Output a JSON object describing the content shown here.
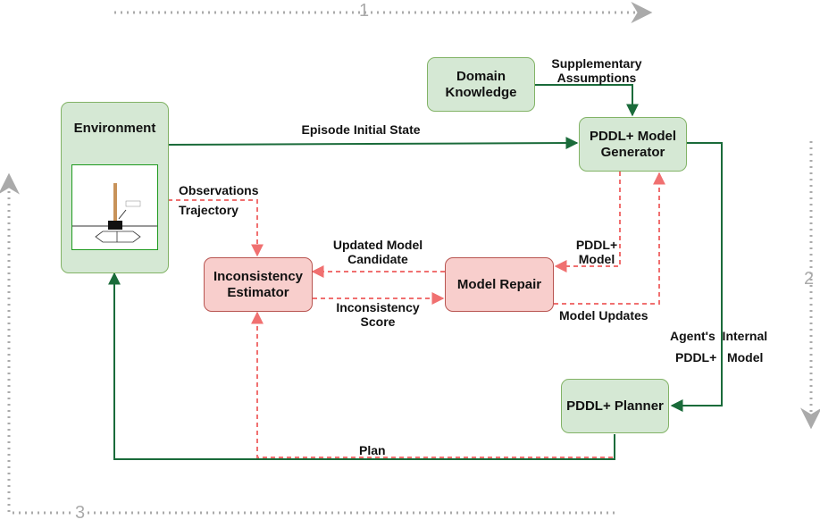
{
  "loop_numbers": [
    "1",
    "2",
    "3"
  ],
  "nodes": {
    "environment": "Environment",
    "domain_knowledge": "Domain\nKnowledge",
    "model_generator": "PDDL+ Model\nGenerator",
    "inconsistency_estimator": "Inconsistency\nEstimator",
    "model_repair": "Model Repair",
    "planner": "PDDL+ Planner"
  },
  "edge_labels": {
    "supplementary_assumptions": "Supplementary\nAssumptions",
    "episode_initial_state": "Episode Initial State",
    "observations": "Observations",
    "trajectory": "Trajectory",
    "updated_model_candidate": "Updated Model\nCandidate",
    "pddl_model": "PDDL+\nModel",
    "inconsistency_score": "Inconsistency\nScore",
    "model_updates": "Model Updates",
    "agents_internal": "Agent's  Internal",
    "pddl_model_internal": "PDDL+   Model",
    "plan": "Plan"
  },
  "colors": {
    "solid_edge": "#1a6b3a",
    "dashed_edge": "#f07070",
    "loop_dotted": "#aaaaaa",
    "green_fill": "#d5e8d4",
    "red_fill": "#f8cecc"
  }
}
